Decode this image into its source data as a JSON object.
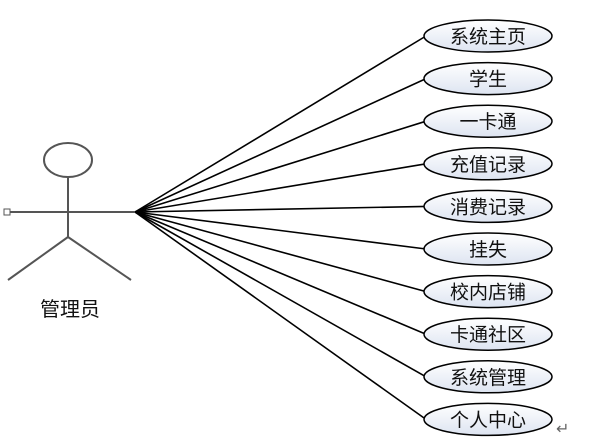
{
  "actor": {
    "label": "管理员"
  },
  "use_cases": [
    {
      "label": "系统主页"
    },
    {
      "label": "学生"
    },
    {
      "label": "一卡通"
    },
    {
      "label": "充值记录"
    },
    {
      "label": "消费记录"
    },
    {
      "label": "挂失"
    },
    {
      "label": "校内店铺"
    },
    {
      "label": "卡通社区"
    },
    {
      "label": "系统管理"
    },
    {
      "label": "个人中心"
    }
  ],
  "colors": {
    "line": "#000000",
    "actor_stroke": "#555555",
    "ellipse_fill_top": "#ffffff",
    "ellipse_fill_bottom": "#dde4f1"
  },
  "paragraph_mark": "↵"
}
